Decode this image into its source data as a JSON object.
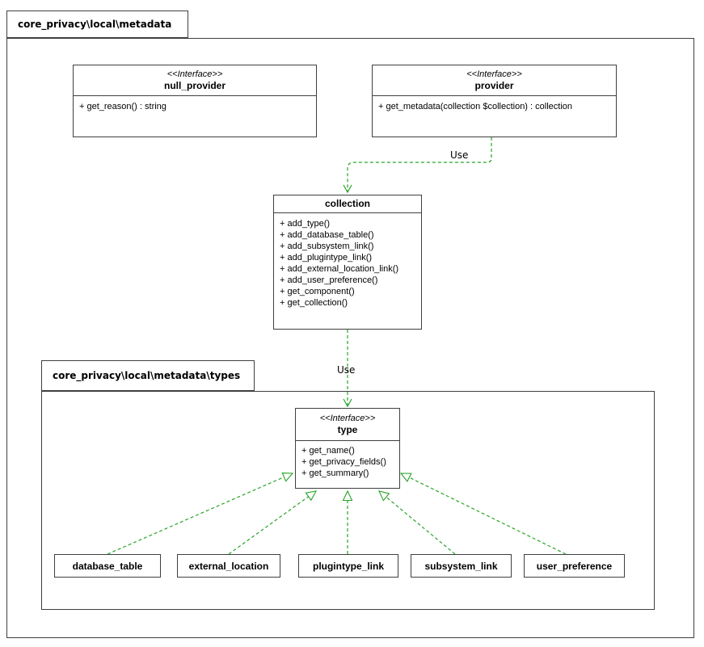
{
  "packages": {
    "outer": {
      "label": "core_privacy\\local\\metadata"
    },
    "inner": {
      "label": "core_privacy\\local\\metadata\\types"
    }
  },
  "classes": {
    "null_provider": {
      "stereotype": "<<Interface>>",
      "name": "null_provider",
      "methods": [
        "+ get_reason() : string"
      ]
    },
    "provider": {
      "stereotype": "<<Interface>>",
      "name": "provider",
      "methods": [
        "+ get_metadata(collection $collection) : collection"
      ]
    },
    "collection": {
      "name": "collection",
      "methods": [
        "+ add_type()",
        "+ add_database_table()",
        "+ add_subsystem_link()",
        "+ add_plugintype_link()",
        "+ add_external_location_link()",
        "+ add_user_preference()",
        "+ get_component()",
        "+ get_collection()"
      ]
    },
    "type": {
      "stereotype": "<<Interface>>",
      "name": "type",
      "methods": [
        "+ get_name()",
        "+ get_privacy_fields()",
        "+ get_summary()"
      ]
    },
    "database_table": {
      "name": "database_table"
    },
    "external_location": {
      "name": "external_location"
    },
    "plugintype_link": {
      "name": "plugintype_link"
    },
    "subsystem_link": {
      "name": "subsystem_link"
    },
    "user_preference": {
      "name": "user_preference"
    }
  },
  "edges": {
    "provider_to_collection": {
      "label": "Use",
      "kind": "dependency"
    },
    "collection_to_type": {
      "label": "Use",
      "kind": "dependency"
    },
    "implementations": [
      {
        "from": "database_table",
        "to": "type"
      },
      {
        "from": "external_location",
        "to": "type"
      },
      {
        "from": "plugintype_link",
        "to": "type"
      },
      {
        "from": "subsystem_link",
        "to": "type"
      },
      {
        "from": "user_preference",
        "to": "type"
      }
    ]
  },
  "colors": {
    "arrow_green": "#27a327",
    "box_border": "#3f3f3f",
    "background": "#ffffff",
    "text": "#000000"
  }
}
